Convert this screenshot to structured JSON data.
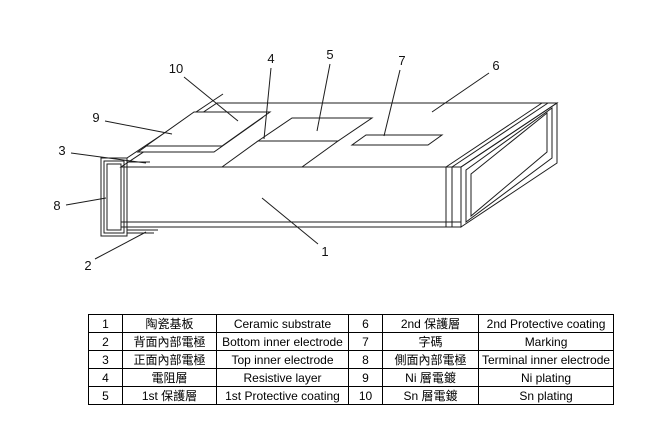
{
  "diagram": {
    "callouts": [
      "1",
      "2",
      "3",
      "4",
      "5",
      "6",
      "7",
      "8",
      "9",
      "10"
    ]
  },
  "table": {
    "rows": [
      [
        "1",
        "陶瓷基板",
        "Ceramic substrate",
        "6",
        "2nd 保護層",
        "2nd  Protective coating"
      ],
      [
        "2",
        "背面內部電極",
        "Bottom inner electrode",
        "7",
        "字碼",
        "Marking"
      ],
      [
        "3",
        "正面內部電極",
        "Top inner electrode",
        "8",
        "側面內部電極",
        "Terminal inner electrode"
      ],
      [
        "4",
        "電阻層",
        "Resistive layer",
        "9",
        "Ni 層電鍍",
        "Ni plating"
      ],
      [
        "5",
        "1st 保護層",
        "1st  Protective coating",
        "10",
        "Sn 層電鍍",
        "Sn plating"
      ]
    ]
  }
}
